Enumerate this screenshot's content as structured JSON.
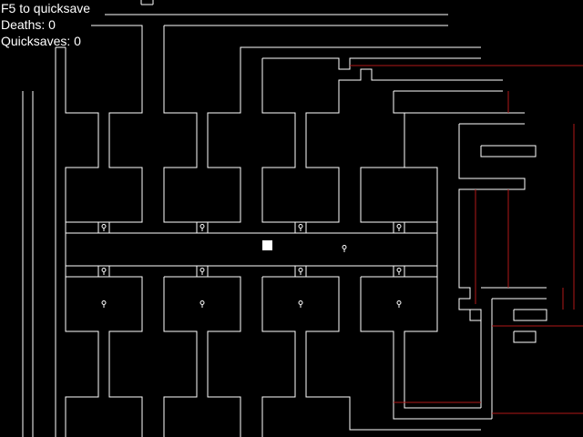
{
  "hud": {
    "hint_text": "F5 to quicksave",
    "deaths_label": "Deaths:",
    "deaths_value": "0",
    "quicksaves_label": "Quicksaves:",
    "quicksaves_value": "0"
  },
  "colors": {
    "background": "#000000",
    "wall": "#ffffff",
    "hazard": "#b01818",
    "player": "#ffffff",
    "key": "#ffffff"
  },
  "icons": {
    "player": "white-square",
    "key": "key-icon",
    "hazard": "red-laser-line"
  }
}
